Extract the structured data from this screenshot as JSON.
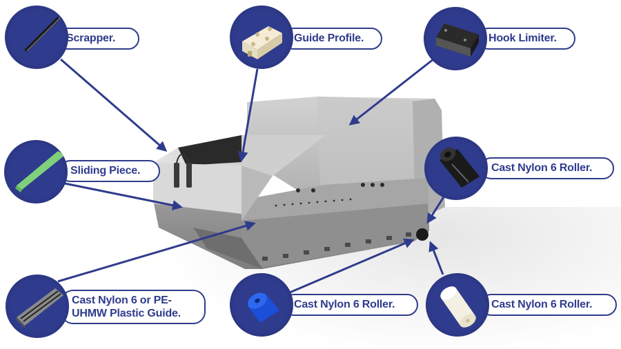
{
  "title": "Bucket parts diagram",
  "colors": {
    "accent": "#2f3b8c",
    "label_bg": "#ffffff",
    "bucket_gray": "#b8b8b8"
  },
  "callouts": [
    {
      "id": "scrapper",
      "label": "Scrapper.",
      "icon": "scrapper-strip-icon"
    },
    {
      "id": "guide-profile",
      "label": "Guide Profile.",
      "icon": "guide-block-icon"
    },
    {
      "id": "hook-limiter",
      "label": "Hook Limiter.",
      "icon": "hook-limiter-icon"
    },
    {
      "id": "sliding-piece",
      "label": "Sliding Piece.",
      "icon": "green-slide-strip-icon"
    },
    {
      "id": "roller-black",
      "label": "Cast Nylon 6 Roller.",
      "icon": "black-roller-icon"
    },
    {
      "id": "plastic-guide",
      "label": "Cast Nylon 6 or PE-UHMW Plastic Guide.",
      "icon": "plastic-guide-rail-icon"
    },
    {
      "id": "roller-blue",
      "label": "Cast Nylon 6 Roller.",
      "icon": "blue-roller-icon"
    },
    {
      "id": "roller-white",
      "label": "Cast Nylon 6 Roller.",
      "icon": "white-roller-icon"
    }
  ]
}
